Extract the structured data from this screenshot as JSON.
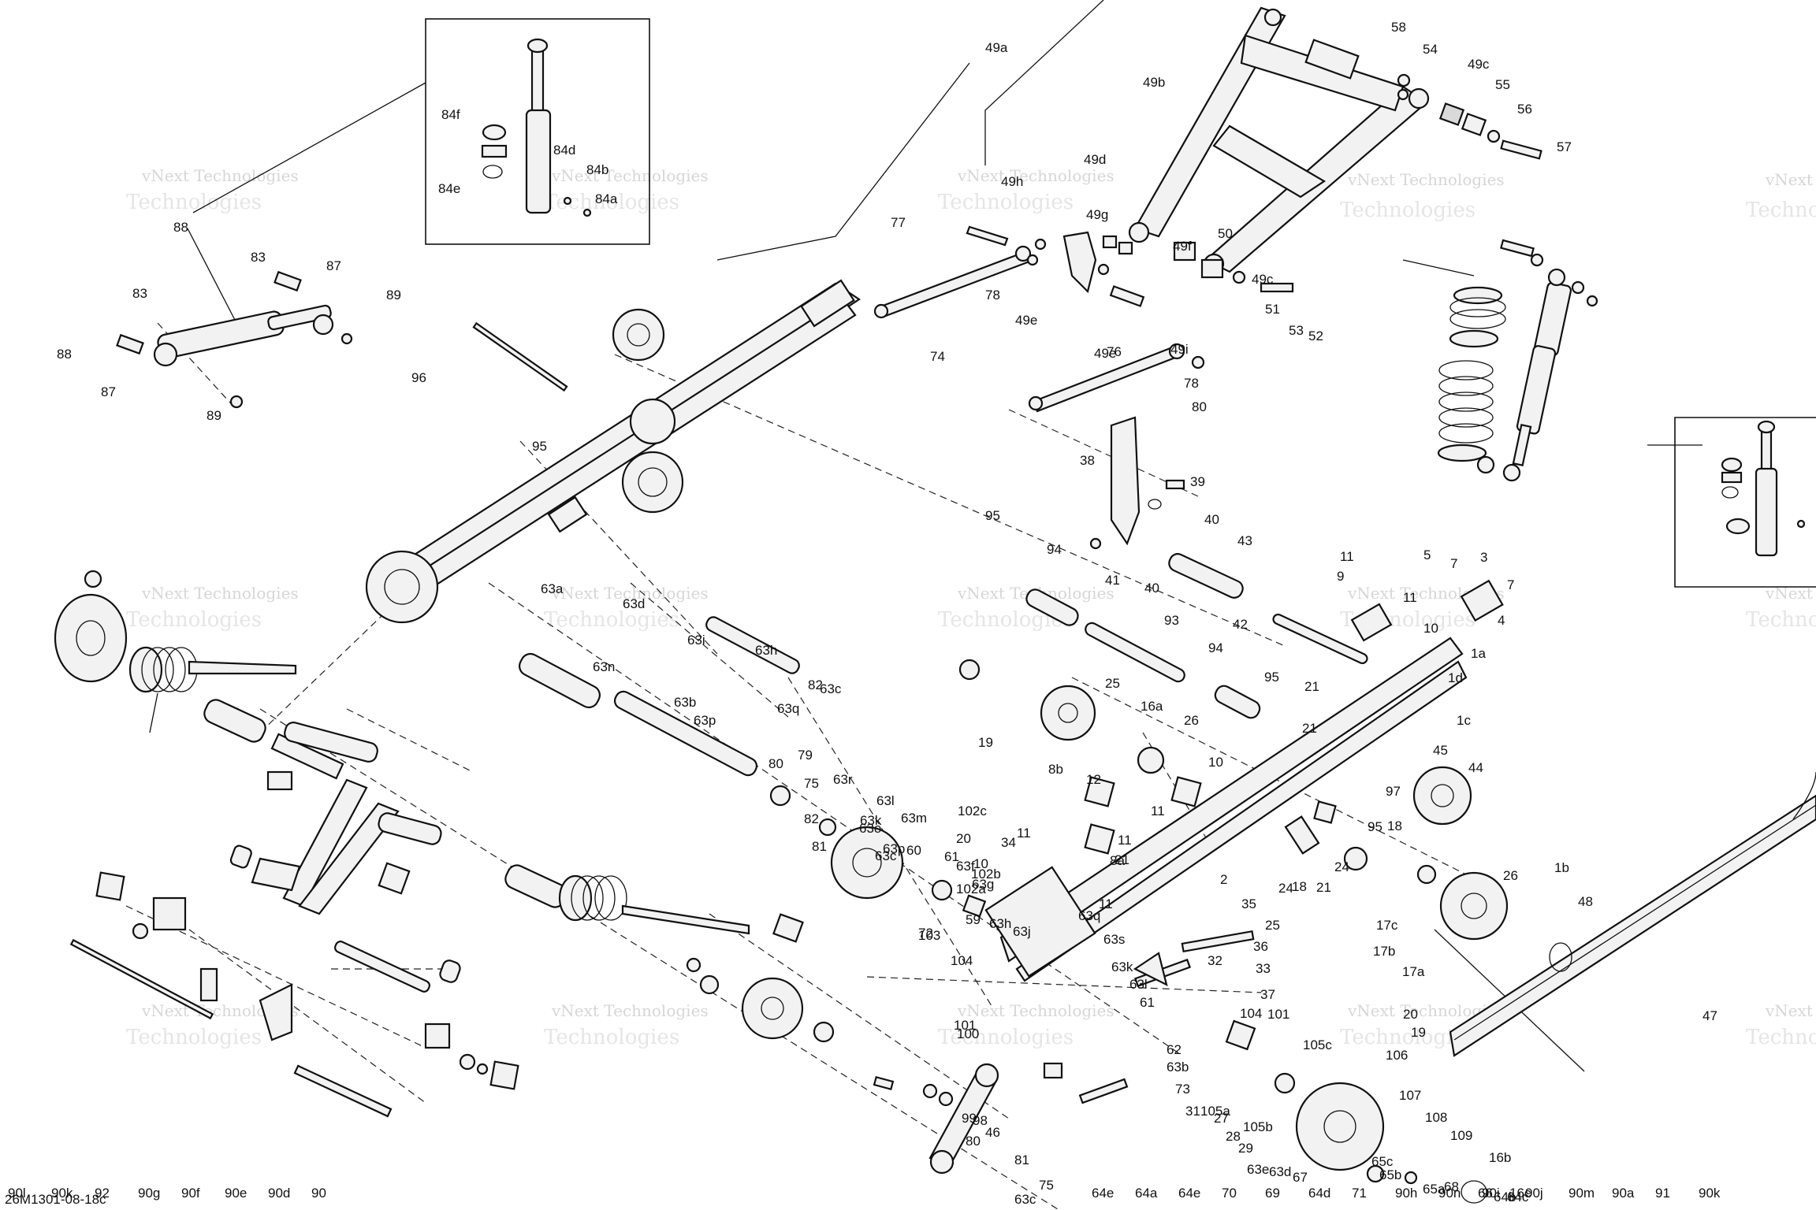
{
  "diagram": {
    "code": "26M1301-08-18c",
    "watermark": [
      "vNext Technologies",
      "Technologies"
    ],
    "labels": [
      "49a",
      "49b",
      "58",
      "54",
      "49c",
      "55",
      "56",
      "57",
      "49h",
      "49d",
      "77",
      "49g",
      "49f",
      "50",
      "49c",
      "51",
      "53",
      "52",
      "78",
      "49e",
      "49e",
      "49i",
      "76",
      "74",
      "78",
      "80",
      "38",
      "39",
      "40",
      "41",
      "40",
      "43",
      "42",
      "84f",
      "84d",
      "84b",
      "84e",
      "84a",
      "88",
      "83",
      "87",
      "88",
      "83",
      "87",
      "89",
      "89",
      "96",
      "95",
      "95",
      "94",
      "93",
      "94",
      "95",
      "21",
      "21",
      "11",
      "9",
      "5",
      "7",
      "3",
      "7",
      "4",
      "11",
      "10",
      "1a",
      "1d",
      "1c",
      "44",
      "45",
      "97",
      "95",
      "18",
      "24",
      "21",
      "10",
      "11",
      "11",
      "8a",
      "8b",
      "12",
      "11",
      "34",
      "10",
      "11",
      "21",
      "18",
      "24",
      "25",
      "17c",
      "17b",
      "17a",
      "20",
      "19",
      "26",
      "1b",
      "48",
      "47",
      "2",
      "35",
      "36",
      "32",
      "33",
      "37",
      "101",
      "104",
      "105a",
      "105b",
      "105c",
      "106",
      "107",
      "108",
      "109",
      "16b",
      "16c",
      "25",
      "16a",
      "26",
      "19",
      "20",
      "102a",
      "102b",
      "102c",
      "103",
      "104",
      "101",
      "100",
      "99",
      "98",
      "46",
      "80",
      "81",
      "63c",
      "75",
      "72",
      "63c",
      "82",
      "79",
      "82",
      "63c",
      "75",
      "81",
      "80",
      "63b",
      "63p",
      "63n",
      "63a",
      "63d",
      "63i",
      "63h",
      "63q",
      "63r",
      "63k",
      "63l",
      "63m",
      "63o",
      "63p",
      "60",
      "61",
      "63f",
      "63g",
      "59",
      "63h",
      "63j",
      "63q",
      "63s",
      "63k",
      "63l",
      "61",
      "62",
      "63b",
      "73",
      "31",
      "27",
      "28",
      "29",
      "63e",
      "63d",
      "67",
      "65c",
      "65b",
      "65a",
      "68",
      "66",
      "64b",
      "64c",
      "64e",
      "64a",
      "64e",
      "70",
      "69",
      "64d",
      "71",
      "90h",
      "90n",
      "90i",
      "90j",
      "90m",
      "90a",
      "91",
      "90k",
      "90l",
      "90k",
      "92",
      "90g",
      "90f",
      "90e",
      "90d",
      "90"
    ]
  }
}
